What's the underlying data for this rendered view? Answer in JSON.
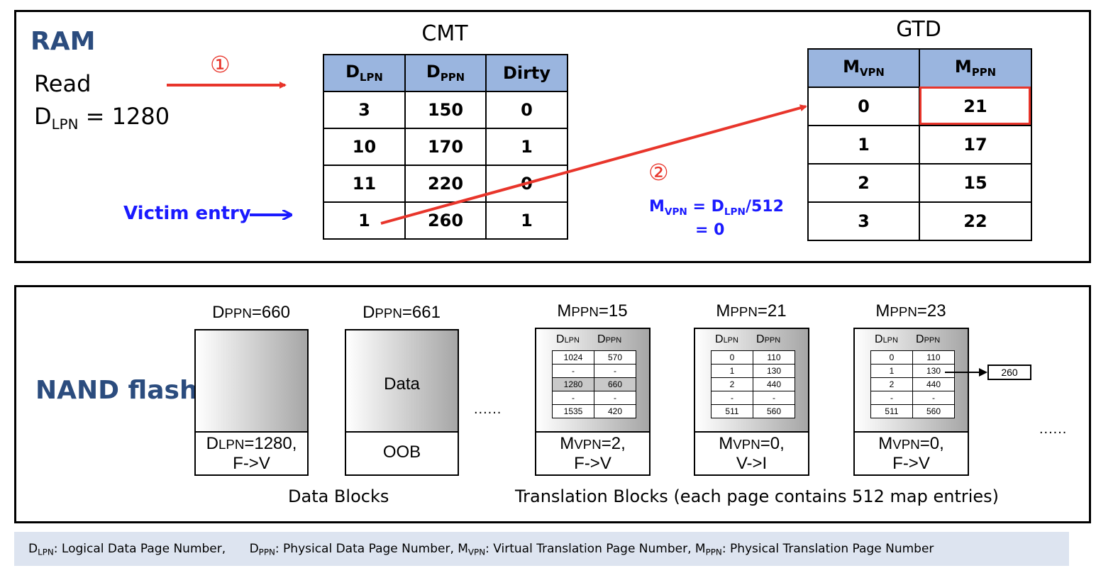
{
  "ram": {
    "title": "RAM",
    "read_label": "Read",
    "read_var": "D",
    "read_var_sub": "LPN",
    "read_value": "= 1280",
    "step1": "①",
    "step2": "②",
    "victim_label": "Victim entry",
    "formula": {
      "lhs": "M",
      "lhs_sub": "VPN",
      "mid": " = D",
      "mid_sub": "LPN",
      "rhs": "/512",
      "line2": "= 0"
    }
  },
  "cmt": {
    "title": "CMT",
    "headers": [
      {
        "main": "D",
        "sub": "LPN"
      },
      {
        "main": "D",
        "sub": "PPN"
      },
      {
        "main": "Dirty",
        "sub": ""
      }
    ],
    "rows": [
      [
        "3",
        "150",
        "0"
      ],
      [
        "10",
        "170",
        "1"
      ],
      [
        "11",
        "220",
        "0"
      ],
      [
        "1",
        "260",
        "1"
      ]
    ]
  },
  "gtd": {
    "title": "GTD",
    "headers": [
      {
        "main": "M",
        "sub": "VPN"
      },
      {
        "main": "M",
        "sub": "PPN"
      }
    ],
    "rows": [
      [
        "0",
        "21"
      ],
      [
        "1",
        "17"
      ],
      [
        "2",
        "15"
      ],
      [
        "3",
        "22"
      ]
    ]
  },
  "nand": {
    "title": "NAND flash",
    "ellipsis": "......",
    "data_blocks_label": "Data Blocks",
    "translation_blocks_label": "Translation Blocks (each page contains 512 map entries)",
    "pages": [
      {
        "title_big": "D",
        "title_small": "PPN",
        "title_value": "=660",
        "body": "",
        "oob_line1_big": "D",
        "oob_line1_small": "LPN",
        "oob_line1_value": "=1280,",
        "oob_line2": "F->V"
      },
      {
        "title_big": "D",
        "title_small": "PPN",
        "title_value": "=661",
        "body": "Data",
        "oob_line1_big": "",
        "oob_line1_small": "",
        "oob_line1_value": "OOB",
        "oob_line2": ""
      },
      {
        "title_big": "M",
        "title_small": "PPN",
        "title_value": "=15",
        "oob_line1_big": "M",
        "oob_line1_small": "VPN",
        "oob_line1_value": "=2,",
        "oob_line2": "F->V",
        "head_big1": "D",
        "head_small1": "LPN",
        "head_big2": "D",
        "head_small2": "PPN",
        "rows": [
          [
            "1024",
            "570"
          ],
          [
            "-",
            "-"
          ],
          [
            "1280",
            "660"
          ],
          [
            "-",
            "-"
          ],
          [
            "1535",
            "420"
          ]
        ]
      },
      {
        "title_big": "M",
        "title_small": "PPN",
        "title_value": "=21",
        "oob_line1_big": "M",
        "oob_line1_small": "VPN",
        "oob_line1_value": "=0,",
        "oob_line2": "V->I",
        "head_big1": "D",
        "head_small1": "LPN",
        "head_big2": "D",
        "head_small2": "PPN",
        "rows": [
          [
            "0",
            "110"
          ],
          [
            "1",
            "130"
          ],
          [
            "2",
            "440"
          ],
          [
            "-",
            "-"
          ],
          [
            "511",
            "560"
          ]
        ]
      },
      {
        "title_big": "M",
        "title_small": "PPN",
        "title_value": "=23",
        "oob_line1_big": "M",
        "oob_line1_small": "VPN",
        "oob_line1_value": "=0,",
        "oob_line2": "F->V",
        "head_big1": "D",
        "head_small1": "LPN",
        "head_big2": "D",
        "head_small2": "PPN",
        "rows": [
          [
            "0",
            "110"
          ],
          [
            "1",
            "130"
          ],
          [
            "2",
            "440"
          ],
          [
            "-",
            "-"
          ],
          [
            "511",
            "560"
          ]
        ],
        "pointer_value": "260"
      }
    ]
  },
  "legend": {
    "items": [
      {
        "big": "D",
        "sub": "LPN",
        "text": ": Logical Data Page Number,"
      },
      {
        "big": "D",
        "sub": "PPN",
        "text": ": Physical Data Page Number, "
      },
      {
        "big": "M",
        "sub": "VPN",
        "text": ": Virtual Translation Page Number, "
      },
      {
        "big": "M",
        "sub": "PPN",
        "text": ": Physical Translation Page Number"
      }
    ]
  },
  "colors": {
    "arrow_red": "#e8352b",
    "victim_blue": "#1a1aff",
    "header_blue": "#9ab5df",
    "title_navy": "#2b4c7e",
    "legend_bg": "#dde4f0"
  }
}
